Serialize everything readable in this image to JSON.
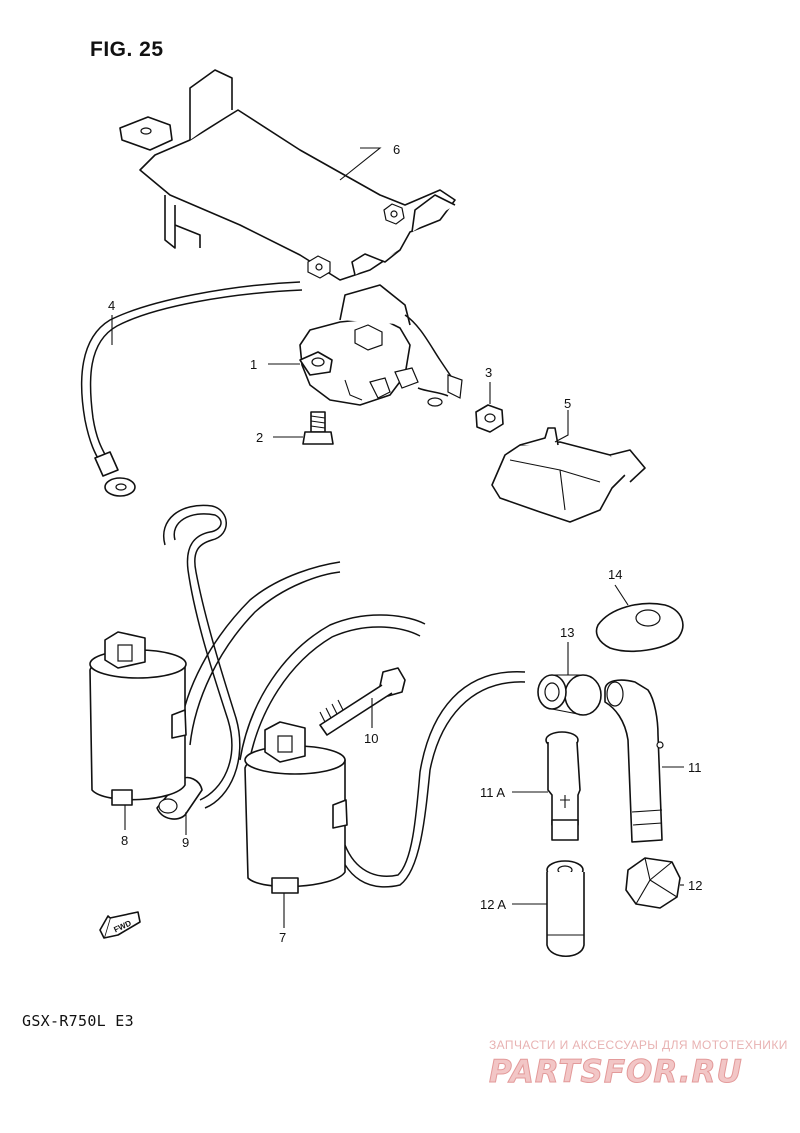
{
  "figure": {
    "title": "FIG. 25",
    "model": "GSX-R750L  E3",
    "fwd_marker": "FWD"
  },
  "callouts": [
    {
      "id": "1",
      "text": "1"
    },
    {
      "id": "2",
      "text": "2"
    },
    {
      "id": "3",
      "text": "3"
    },
    {
      "id": "4",
      "text": "4"
    },
    {
      "id": "5",
      "text": "5"
    },
    {
      "id": "6",
      "text": "6"
    },
    {
      "id": "7",
      "text": "7"
    },
    {
      "id": "8",
      "text": "8"
    },
    {
      "id": "9",
      "text": "9"
    },
    {
      "id": "10",
      "text": "10"
    },
    {
      "id": "11",
      "text": "11"
    },
    {
      "id": "11A",
      "text": "11 A"
    },
    {
      "id": "12",
      "text": "12"
    },
    {
      "id": "12A",
      "text": "12 A"
    },
    {
      "id": "13",
      "text": "13"
    },
    {
      "id": "14",
      "text": "14"
    }
  ],
  "watermark": {
    "tagline": "ЗАПЧАСТИ И АКСЕССУАРЫ ДЛЯ МОТОТЕХНИКИ",
    "logo": "PARTSFOR.RU"
  },
  "colors": {
    "ink": "#111111",
    "watermark": "#e39a9a"
  }
}
